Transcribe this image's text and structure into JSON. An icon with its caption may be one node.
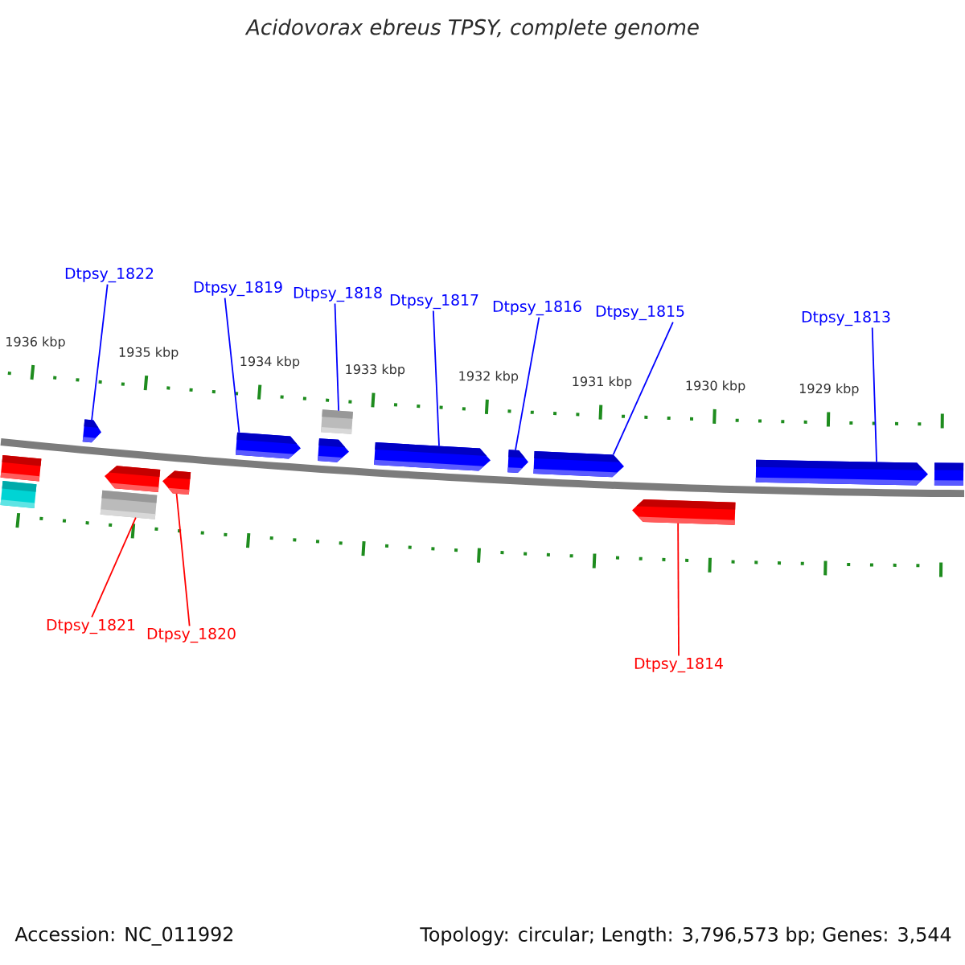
{
  "diagram": {
    "title": "Acidovorax ebreus TPSY, complete genome",
    "nodes": [
      {
        "text": [
          "Dtpsy_1822"
        ]
      },
      {
        "text": [
          "Dtpsy_1819"
        ]
      },
      {
        "text": [
          "Dtpsy_1818"
        ]
      },
      {
        "text": [
          "Dtpsy_1817"
        ]
      },
      {
        "text": [
          "Dtpsy_1816"
        ]
      },
      {
        "text": [
          "Dtpsy_1815"
        ]
      },
      {
        "text": [
          "Dtpsy_1813"
        ]
      },
      {
        "text": [],
        "shape": "box"
      },
      {
        "text": [],
        "shape": "bar"
      },
      {
        "text": [],
        "shape": "bar"
      },
      {
        "text": [],
        "shape": "bar"
      },
      {
        "text": [],
        "shape": "bar"
      },
      {
        "text": [],
        "shape": "bar"
      },
      {
        "text": [],
        "shape": "bar"
      },
      {
        "text": [],
        "shape": "bar"
      },
      {
        "text": [],
        "shape": "box"
      },
      {
        "text": [],
        "shape": "box"
      },
      {
        "text": [],
        "shape": "bar"
      },
      {
        "text": [],
        "shape": "bar"
      },
      {
        "text": [],
        "shape": "bar"
      },
      {
        "text": [],
        "shape": "box"
      },
      {
        "text": [],
        "shape": "box"
      },
      {
        "text": [
          "Dtpsy_1821"
        ]
      },
      {
        "text": [
          "Dtpsy_1820"
        ]
      },
      {
        "text": [
          "Dtpsy_1814"
        ]
      }
    ],
    "edges": [
      {
        "from": 0,
        "to": 8,
        "arrow": "none"
      },
      {
        "from": 1,
        "to": 9,
        "arrow": "none"
      },
      {
        "from": 2,
        "to": 7,
        "arrow": "none"
      },
      {
        "from": 3,
        "to": 11,
        "arrow": "none"
      },
      {
        "from": 4,
        "to": 12,
        "arrow": "none"
      },
      {
        "from": 5,
        "to": 13,
        "arrow": "none"
      },
      {
        "from": 6,
        "to": 14,
        "arrow": "none"
      },
      {
        "from": 22,
        "to": 21,
        "arrow": "none",
        "color": "#ff0000"
      },
      {
        "from": 23,
        "to": 18,
        "arrow": "none",
        "color": "#ff0000"
      },
      {
        "from": 24,
        "to": 19,
        "arrow": "none",
        "color": "#ff0000"
      }
    ],
    "labels": [
      "1936 kbp",
      "1935 kbp",
      "1934 kbp",
      "1933 kbp",
      "1932 kbp",
      "1931 kbp",
      "1930 kbp",
      "1929 kbp",
      "Accession: NC_011992",
      "Topology: circular; Length: 3,796,573 bp; Genes: 3,544"
    ]
  }
}
